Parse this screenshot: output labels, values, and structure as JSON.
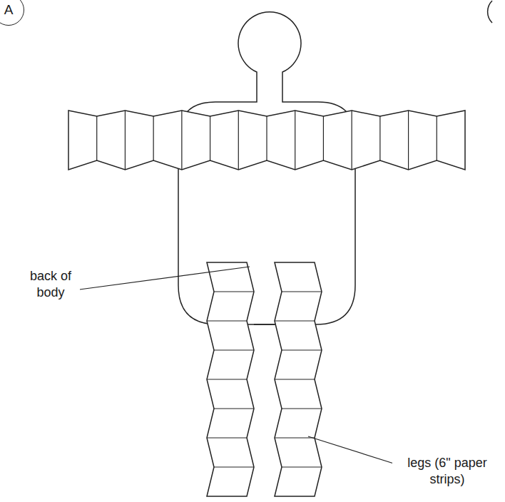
{
  "diagram": {
    "nodes": [
      {
        "text": [
          "A"
        ]
      }
    ],
    "labels": [
      "back of body",
      "legs (6\" paper strips)"
    ]
  }
}
